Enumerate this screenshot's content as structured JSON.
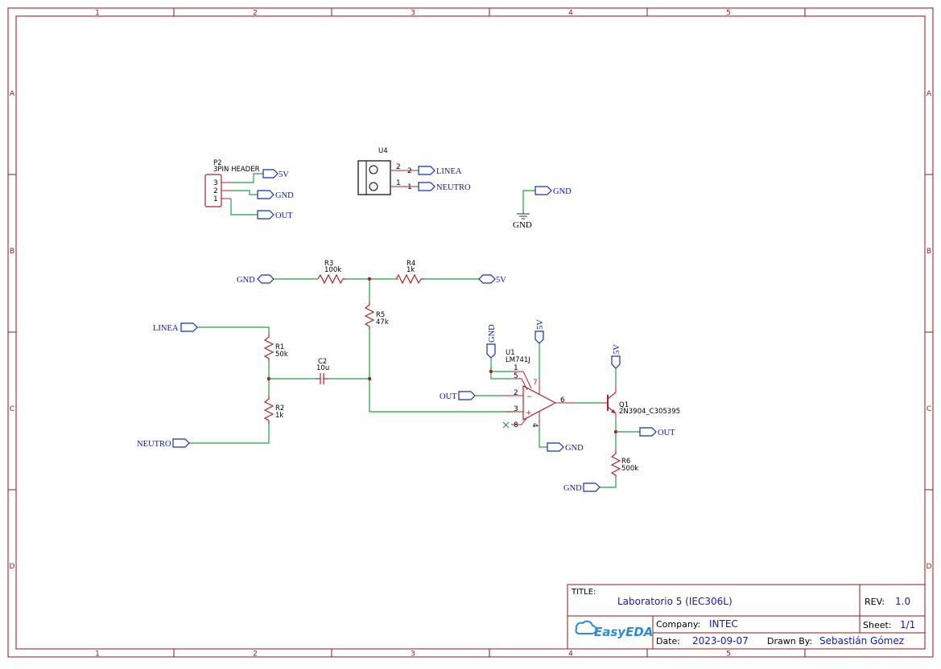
{
  "frame": {
    "columns": [
      "1",
      "2",
      "3",
      "4",
      "5"
    ],
    "rows": [
      "A",
      "B",
      "C",
      "D"
    ]
  },
  "components": {
    "p2": {
      "ref": "P2",
      "value": "3PIN HEADER",
      "pins": [
        "3",
        "2",
        "1"
      ]
    },
    "u4": {
      "ref": "U4",
      "pins": [
        "2",
        "1"
      ],
      "pins_ext": [
        "2",
        "1"
      ]
    },
    "r3": {
      "ref": "R3",
      "value": "100k"
    },
    "r4": {
      "ref": "R4",
      "value": "1k"
    },
    "r5": {
      "ref": "R5",
      "value": "47k"
    },
    "r1": {
      "ref": "R1",
      "value": "50k"
    },
    "r2": {
      "ref": "R2",
      "value": "1k"
    },
    "c2": {
      "ref": "C2",
      "value": "10u"
    },
    "u1": {
      "ref": "U1",
      "value": "LM741J",
      "pins": [
        "1",
        "5",
        "2",
        "3",
        "8",
        "6",
        "7",
        "4"
      ],
      "minus": "−",
      "plus": "+"
    },
    "q1": {
      "ref": "Q1",
      "value": "2N3904_C305395"
    },
    "r6": {
      "ref": "R6",
      "value": "500k"
    }
  },
  "nets": {
    "v5": "5V",
    "gnd": "GND",
    "out": "OUT",
    "linea": "LINEA",
    "neutro": "NEUTRO"
  },
  "ground_symbol_label": "GND",
  "title_block": {
    "title_label": "TITLE:",
    "title": "Laboratorio 5 (IEC306L)",
    "rev_label": "REV:",
    "rev": "1.0",
    "logo_text": "EasyEDA",
    "company_label": "Company:",
    "company": "INTEC",
    "sheet_label": "Sheet:",
    "sheet": "1/1",
    "date_label": "Date:",
    "date": "2023-09-07",
    "drawn_by_label": "Drawn By:",
    "drawn_by": "Sebastián Gómez"
  },
  "colors": {
    "frame": "#8b1a1a",
    "wire": "#22a045",
    "component": "#a8242a",
    "net_label": "#0a1aa0"
  }
}
